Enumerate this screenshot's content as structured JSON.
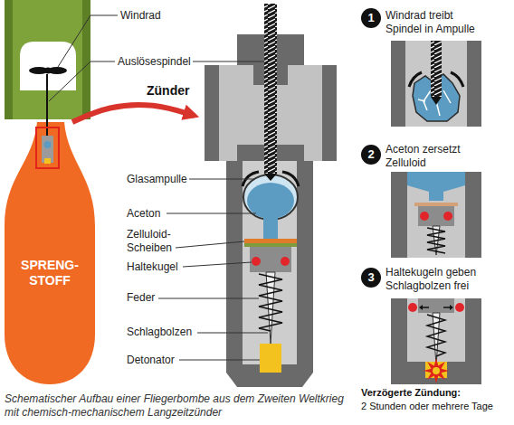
{
  "diagram": {
    "caption": "Schematischer Aufbau einer Fliegerbombe aus dem Zweiten Weltkrieg mit chemisch-mechanischem Langzeitzünder",
    "nodes": [
      {
        "text": [
          "SPRENG-STOFF"
        ]
      },
      {
        "text": [
          "Zünder"
        ]
      },
      {
        "text": [
          "1"
        ]
      },
      {
        "text": [
          "2"
        ]
      },
      {
        "text": [
          "3"
        ]
      }
    ],
    "edges": [
      {
        "from": 0,
        "to": 1,
        "arrow": "to"
      }
    ],
    "labels": [
      "Windrad",
      "Auslösespindel",
      "Glasampulle",
      "Aceton",
      "Zelluloid-Scheiben",
      "Haltekugel",
      "Feder",
      "Schlagbolzen",
      "Detonator",
      "Windrad treibt Spindel in Ampulle",
      "Aceton zersetzt Zelluloid",
      "Haltekugeln geben Schlagbolzen frei",
      "Verzögerte Zündung:",
      "2 Stunden oder mehrere Tage"
    ]
  }
}
